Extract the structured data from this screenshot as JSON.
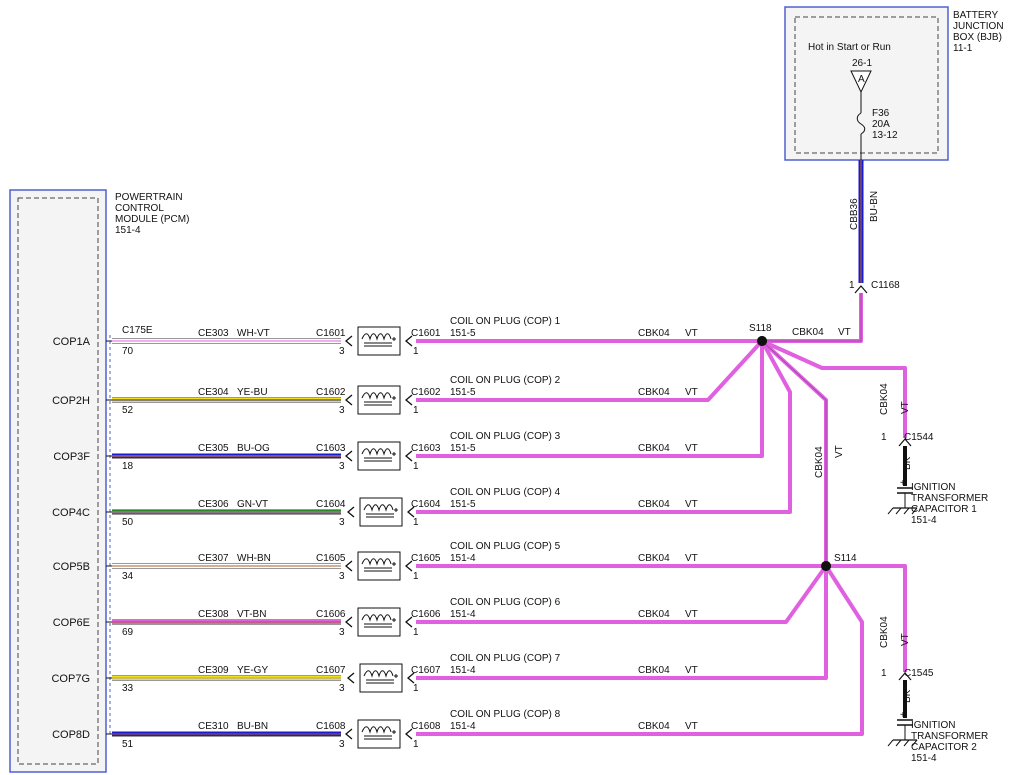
{
  "pcm": {
    "name_lines": [
      "POWERTRAIN",
      "CONTROL",
      "MODULE (PCM)",
      "151-4"
    ],
    "connector": "C175E"
  },
  "bjb": {
    "name_lines": [
      "BATTERY",
      "JUNCTION",
      "BOX (BJB)",
      "11-1"
    ],
    "hot_label": "Hot in Start or Run",
    "bus_ref": "26-1",
    "bus_letter": "A",
    "fuse": "F36",
    "fuse_rating": "20A",
    "fuse_ref": "13-12",
    "wire_circuit": "CBB36",
    "wire_color": "BU-BN"
  },
  "c1168": {
    "label": "C1168",
    "pin": "1"
  },
  "splices": {
    "s118": "S118",
    "s114": "S114"
  },
  "vertical_labels": {
    "circuit": "CBK04",
    "color": "VT"
  },
  "s118_feed": {
    "circuit": "CBK04",
    "color": "VT"
  },
  "capacitors": [
    {
      "connector": "C1544",
      "pin": "1",
      "ground_wire": "BK",
      "polarity": "+",
      "name_lines": [
        "IGNITION",
        "TRANSFORMER",
        "CAPACITOR 1",
        "151-4"
      ]
    },
    {
      "connector": "C1545",
      "pin": "1",
      "ground_wire": "BK",
      "polarity": "+",
      "name_lines": [
        "IGNITION",
        "TRANSFORMER",
        "CAPACITOR 2",
        "151-4"
      ]
    }
  ],
  "channels": [
    {
      "pin_name": "COP1A",
      "pcm_pin": "70",
      "circuit": "CE303",
      "wire_color": "WH-VT",
      "stroke": "#ffffff",
      "stripe": "#e060e0",
      "connector": "C1601",
      "coil_name": "COIL ON PLUG (COP) 1",
      "coil_ref": "151-5",
      "pin_in": "3",
      "pin_out": "1",
      "out_circuit": "CBK04",
      "out_color": "VT"
    },
    {
      "pin_name": "COP2H",
      "pcm_pin": "52",
      "circuit": "CE304",
      "wire_color": "YE-BU",
      "stroke": "#f0e020",
      "stripe": "#2020c0",
      "connector": "C1602",
      "coil_name": "COIL ON PLUG (COP) 2",
      "coil_ref": "151-5",
      "pin_in": "3",
      "pin_out": "1",
      "out_circuit": "CBK04",
      "out_color": "VT"
    },
    {
      "pin_name": "COP3F",
      "pcm_pin": "18",
      "circuit": "CE305",
      "wire_color": "BU-OG",
      "stroke": "#1a1ad0",
      "stripe": "#f09020",
      "connector": "C1603",
      "coil_name": "COIL ON PLUG (COP) 3",
      "coil_ref": "151-5",
      "pin_in": "3",
      "pin_out": "1",
      "out_circuit": "CBK04",
      "out_color": "VT"
    },
    {
      "pin_name": "COP4C",
      "pcm_pin": "50",
      "circuit": "CE306",
      "wire_color": "GN-VT",
      "stroke": "#2a8a2a",
      "stripe": "#e060e0",
      "connector": "C1604",
      "coil_name": "COIL ON PLUG (COP) 4",
      "coil_ref": "151-5",
      "pin_in": "3",
      "pin_out": "1",
      "out_circuit": "CBK04",
      "out_color": "VT"
    },
    {
      "pin_name": "COP5B",
      "pcm_pin": "34",
      "circuit": "CE307",
      "wire_color": "WH-BN",
      "stroke": "#ffffff",
      "stripe": "#a06030",
      "connector": "C1605",
      "coil_name": "COIL ON PLUG (COP) 5",
      "coil_ref": "151-4",
      "pin_in": "3",
      "pin_out": "1",
      "out_circuit": "CBK04",
      "out_color": "VT"
    },
    {
      "pin_name": "COP6E",
      "pcm_pin": "69",
      "circuit": "CE308",
      "wire_color": "VT-BN",
      "stroke": "#e060e0",
      "stripe": "#a06030",
      "connector": "C1606",
      "coil_name": "COIL ON PLUG (COP) 6",
      "coil_ref": "151-4",
      "pin_in": "3",
      "pin_out": "1",
      "out_circuit": "CBK04",
      "out_color": "VT"
    },
    {
      "pin_name": "COP7G",
      "pcm_pin": "33",
      "circuit": "CE309",
      "wire_color": "YE-GY",
      "stroke": "#f0e020",
      "stripe": "#a0a0a0",
      "connector": "C1607",
      "coil_name": "COIL ON PLUG (COP) 7",
      "coil_ref": "151-4",
      "pin_in": "3",
      "pin_out": "1",
      "out_circuit": "CBK04",
      "out_color": "VT"
    },
    {
      "pin_name": "COP8D",
      "pcm_pin": "51",
      "circuit": "CE310",
      "wire_color": "BU-BN",
      "stroke": "#1a1ad0",
      "stripe": "#a06030",
      "connector": "C1608",
      "coil_name": "COIL ON PLUG (COP) 8",
      "coil_ref": "151-4",
      "pin_in": "3",
      "pin_out": "1",
      "out_circuit": "CBK04",
      "out_color": "VT"
    }
  ],
  "colors": {
    "violet": "#e060e0",
    "module_border": "#5060d0",
    "module_fill": "#f4f4f4"
  }
}
